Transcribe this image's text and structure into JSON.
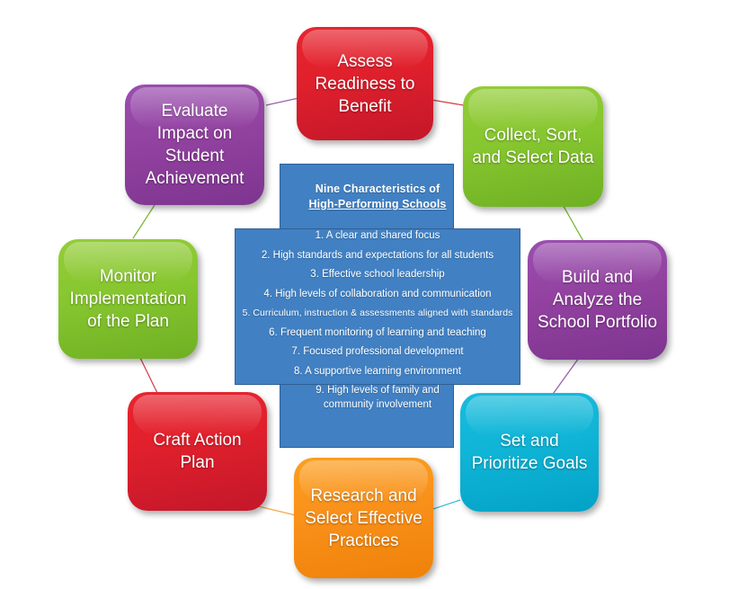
{
  "diagram": {
    "type": "cycle-process",
    "background_color": "#ffffff",
    "center": {
      "shape": "cross",
      "fill_color": "#4180c2",
      "border_color": "#2f6095",
      "title_line1": "Nine Characteristics of",
      "title_line2": "High-Performing Schools",
      "items": [
        "1. A clear and shared focus",
        "2. High standards and expectations for all students",
        "3. Effective school leadership",
        "4. High levels of collaboration and communication",
        "5. Curriculum, instruction & assessments aligned with standards",
        "6. Frequent monitoring of learning and teaching",
        "7. Focused professional development",
        "8. A supportive learning environment",
        "9. High levels of family and community involvement"
      ]
    },
    "nodes": [
      {
        "id": "assess",
        "label": "Assess Readiness to Benefit",
        "color": "#e0202c",
        "color_name": "red"
      },
      {
        "id": "collect",
        "label": "Collect, Sort, and Select Data",
        "color": "#86c62f",
        "color_name": "green"
      },
      {
        "id": "build",
        "label": "Build and Analyze the School Portfolio",
        "color": "#92419f",
        "color_name": "purple"
      },
      {
        "id": "goals",
        "label": "Set and Prioritize Goals",
        "color": "#0fb4d6",
        "color_name": "cyan"
      },
      {
        "id": "research",
        "label": "Research and Select Effective Practices",
        "color": "#f9901a",
        "color_name": "orange"
      },
      {
        "id": "craft",
        "label": "Craft Action Plan",
        "color": "#e0202c",
        "color_name": "red"
      },
      {
        "id": "monitor",
        "label": "Monitor Implementation of the Plan",
        "color": "#86c62f",
        "color_name": "green"
      },
      {
        "id": "evaluate",
        "label": "Evaluate Impact on Student Achievement",
        "color": "#92419f",
        "color_name": "purple"
      }
    ],
    "connectors": [
      {
        "from": "assess",
        "to": "collect",
        "color": "#e0202c"
      },
      {
        "from": "collect",
        "to": "build",
        "color": "#86c62f"
      },
      {
        "from": "build",
        "to": "goals",
        "color": "#92419f"
      },
      {
        "from": "goals",
        "to": "research",
        "color": "#0fb4d6"
      },
      {
        "from": "research",
        "to": "craft",
        "color": "#f9901a"
      },
      {
        "from": "craft",
        "to": "monitor",
        "color": "#e0202c"
      },
      {
        "from": "monitor",
        "to": "evaluate",
        "color": "#86c62f"
      },
      {
        "from": "evaluate",
        "to": "assess",
        "color": "#92419f"
      }
    ]
  }
}
